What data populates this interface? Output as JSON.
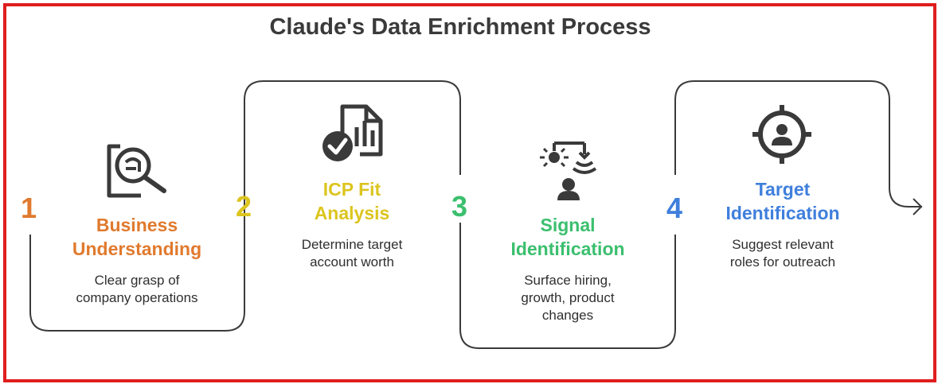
{
  "title": "Claude's Data Enrichment Process",
  "colors": {
    "frame": "#e01e1e",
    "step1": "#e07a2e",
    "step2": "#dcc51e",
    "step3": "#3bbf6e",
    "step4": "#3f7fdc",
    "outline": "#3a3a3a"
  },
  "steps": [
    {
      "number": "1",
      "heading": "Business\nUnderstanding",
      "description": "Clear grasp of\ncompany operations",
      "icon": "document-search-icon"
    },
    {
      "number": "2",
      "heading": "ICP Fit\nAnalysis",
      "description": "Determine target\naccount worth",
      "icon": "report-check-icon"
    },
    {
      "number": "3",
      "heading": "Signal\nIdentification",
      "description": "Surface hiring,\ngrowth, product\nchanges",
      "icon": "signal-broadcast-icon"
    },
    {
      "number": "4",
      "heading": "Target\nIdentification",
      "description": "Suggest relevant\nroles for outreach",
      "icon": "target-person-icon"
    }
  ]
}
